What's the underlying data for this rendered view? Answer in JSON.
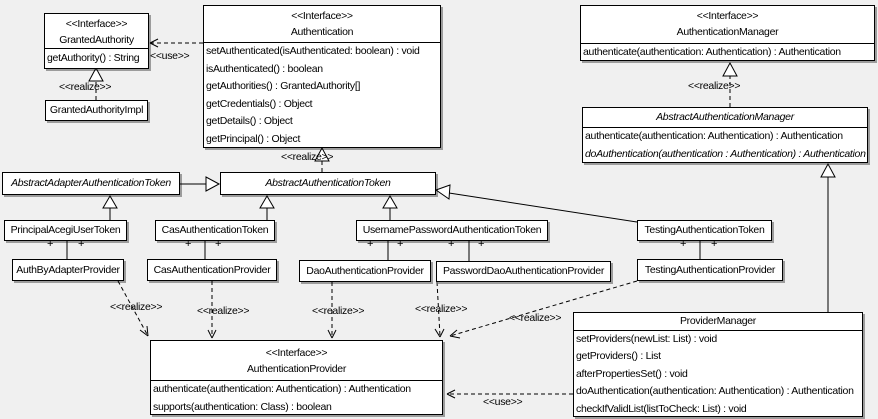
{
  "diagram": {
    "background": "#f0f0f0",
    "box_fill": "#ffffff",
    "line_color": "#000000",
    "type": "uml-class-diagram"
  },
  "labels": {
    "use": "<<use>>",
    "realize": "<<realize>>",
    "plus": "+",
    "interface_stereotype": "<<Interface>>"
  },
  "classes": {
    "granted_authority": {
      "stereotype": "<<Interface>>",
      "name": "GrantedAuthority",
      "methods": [
        "getAuthority() : String"
      ]
    },
    "granted_authority_impl": {
      "name": "GrantedAuthorityImpl"
    },
    "authentication": {
      "stereotype": "<<Interface>>",
      "name": "Authentication",
      "methods": [
        "setAuthenticated(isAuthenticated: boolean) : void",
        "isAuthenticated() : boolean",
        "getAuthorities() : GrantedAuthority[]",
        "getCredentials() : Object",
        "getDetails() : Object",
        "getPrincipal() : Object"
      ]
    },
    "authentication_manager": {
      "stereotype": "<<Interface>>",
      "name": "AuthenticationManager",
      "methods": [
        "authenticate(authentication: Authentication) : Authentication"
      ]
    },
    "abstract_authentication_manager": {
      "name": "AbstractAuthenticationManager",
      "methods": [
        "authenticate(authentication: Authentication) : Authentication",
        "doAuthentication(authentication : Authentication) : Authentication"
      ]
    },
    "abstract_adapter_authentication_token": {
      "name": "AbstractAdapterAuthenticationToken"
    },
    "abstract_authentication_token": {
      "name": "AbstractAuthenticationToken"
    },
    "principal_acegi_user_token": {
      "name": "PrincipalAcegiUserToken"
    },
    "cas_authentication_token": {
      "name": "CasAuthenticationToken"
    },
    "username_password_authentication_token": {
      "name": "UsernamePasswordAuthenticationToken"
    },
    "testing_authentication_token": {
      "name": "TestingAuthenticationToken"
    },
    "auth_by_adapter_provider": {
      "name": "AuthByAdapterProvider"
    },
    "cas_authentication_provider": {
      "name": "CasAuthenticationProvider"
    },
    "dao_authentication_provider": {
      "name": "DaoAuthenticationProvider"
    },
    "password_dao_authentication_provider": {
      "name": "PasswordDaoAuthenticationProvider"
    },
    "testing_authentication_provider": {
      "name": "TestingAuthenticationProvider"
    },
    "authentication_provider": {
      "stereotype": "<<Interface>>",
      "name": "AuthenticationProvider",
      "methods": [
        "authenticate(authentication: Authentication) : Authentication",
        "supports(authentication: Class) : boolean"
      ]
    },
    "provider_manager": {
      "name": "ProviderManager",
      "methods": [
        "setProviders(newList: List) : void",
        "getProviders() : List",
        "afterPropertiesSet() : void",
        "doAuthentication(authentication: Authentication) : Authentication",
        "checkIfValidList(listToCheck: List) : void"
      ]
    }
  }
}
